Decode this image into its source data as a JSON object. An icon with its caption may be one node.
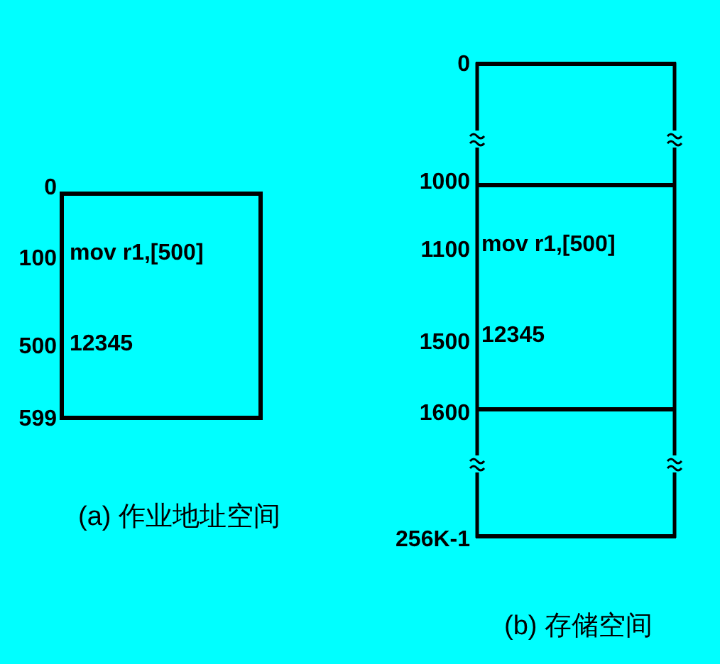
{
  "diagram": {
    "nodes": [
      {
        "text": [
          "mov r1,[500]",
          "12345"
        ]
      },
      {
        "text": [],
        "shape": "box"
      },
      {
        "text": [
          "mov r1,[500]",
          "12345"
        ],
        "in": 1
      }
    ],
    "edges": [],
    "labels": [
      "0",
      "100",
      "500",
      "599",
      "(a) 作业地址空间",
      "0",
      "1000",
      "1100",
      "1500",
      "1600",
      "256K-1",
      "(b) 存储空间"
    ]
  }
}
